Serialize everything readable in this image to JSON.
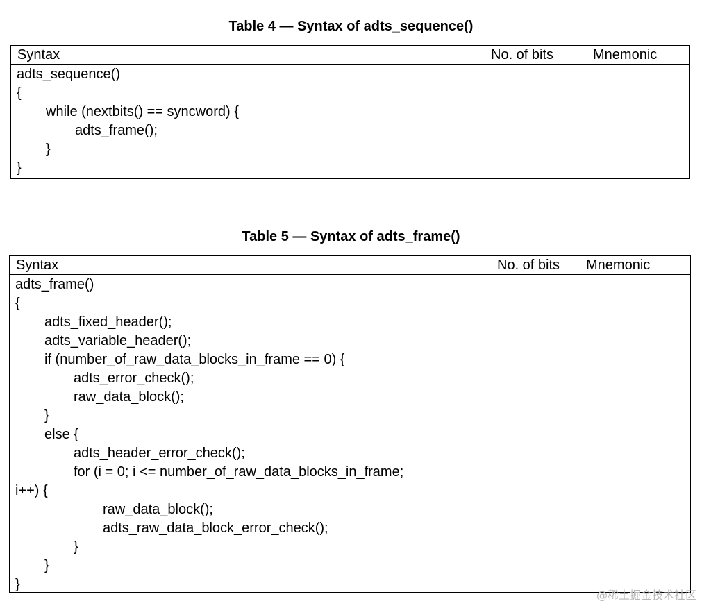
{
  "table4": {
    "caption": "Table 4 — Syntax of adts_sequence()",
    "headers": {
      "syntax": "Syntax",
      "bits": "No. of bits",
      "mnemonic": "Mnemonic"
    },
    "lines": [
      "adts_sequence()",
      "{",
      "while (nextbits() == syncword) {",
      "adts_frame();",
      "}",
      "}"
    ]
  },
  "table5": {
    "caption": "Table 5 — Syntax of adts_frame()",
    "headers": {
      "syntax": "Syntax",
      "bits": "No. of bits",
      "mnemonic": "Mnemonic"
    },
    "lines": [
      "adts_frame()",
      "{",
      "adts_fixed_header();",
      "adts_variable_header();",
      "if (number_of_raw_data_blocks_in_frame == 0) {",
      "adts_error_check();",
      "raw_data_block();",
      "}",
      "else {",
      "adts_header_error_check();",
      "for (i = 0; i <= number_of_raw_data_blocks_in_frame;",
      "i++) {",
      "raw_data_block();",
      "adts_raw_data_block_error_check();",
      "}",
      "}",
      "}"
    ]
  },
  "watermark": "@稀土掘金技术社区"
}
